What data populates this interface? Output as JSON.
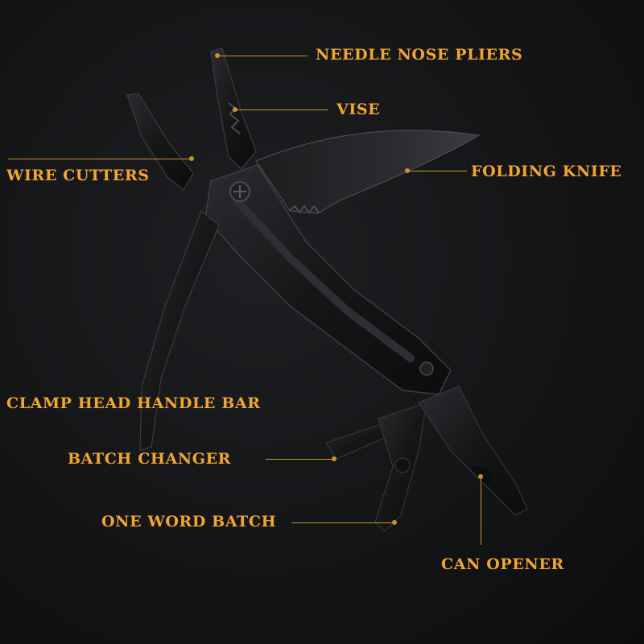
{
  "colors": {
    "background": "#141517",
    "label": "#f2a531",
    "leader": "#c9922f",
    "tool_body": "#1a1b1d",
    "tool_edge": "#3a3b3e"
  },
  "labels": {
    "needle_nose_pliers": "NEEDLE NOSE PLIERS",
    "vise": "VISE",
    "wire_cutters": "WIRE CUTTERS",
    "folding_knife": "FOLDING KNIFE",
    "clamp_head_handle_bar": "CLAMP HEAD HANDLE BAR",
    "batch_changer": "BATCH CHANGER",
    "one_word_batch": "ONE WORD BATCH",
    "can_opener": "CAN OPENER"
  }
}
